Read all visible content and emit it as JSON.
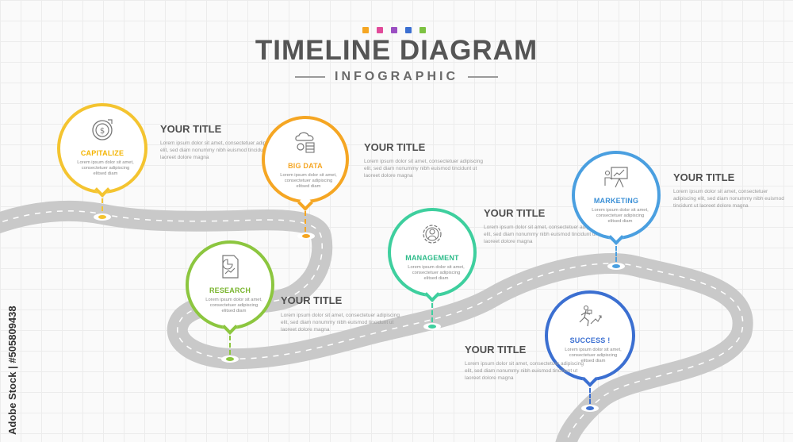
{
  "header": {
    "title": "TIMELINE DIAGRAM",
    "subtitle": "INFOGRAPHIC",
    "accent_colors": [
      "#f5a623",
      "#e14b9a",
      "#9b4fc2",
      "#3b6fd1",
      "#7dc242"
    ]
  },
  "watermark": "Adobe Stock | #505809438",
  "steps": [
    {
      "label": "CAPITALIZE",
      "icon": "dollar-coin-icon",
      "color": "#f4c430",
      "pin_text": "Lorem ipsum dolor sit amet, consectetuer adipiscing elitsed diam",
      "title": "YOUR TITLE",
      "text": "Lorem ipsum dolor sit amet, consectetuer adipiscing elit, sed diam nonummy nibh euismod tincidunt ut laoreet dolore magna"
    },
    {
      "label": "BIG DATA",
      "icon": "cloud-database-icon",
      "color": "#f5a623",
      "pin_text": "Lorem ipsum dolor sit amet, consectetuer adipiscing elitsed diam",
      "title": "YOUR TITLE",
      "text": "Lorem ipsum dolor sit amet, consectetuer adipiscing elit, sed diam nonummy nibh euismod tincidunt ut laoreet dolore magna"
    },
    {
      "label": "RESEARCH",
      "icon": "report-chart-icon",
      "color": "#8cc63f",
      "pin_text": "Lorem ipsum dolor sit amet, consectetuer adipiscing elitsed diam",
      "title": "YOUR TITLE",
      "text": "Lorem ipsum dolor sit amet, consectetuer adipiscing elit, sed diam nonummy nibh euismod tincidunt ut laoreet dolore magna"
    },
    {
      "label": "MANAGEMENT",
      "icon": "gear-person-icon",
      "color": "#3ecf9e",
      "pin_text": "Lorem ipsum dolor sit amet, consectetuer adipiscing elitsed diam",
      "title": "YOUR TITLE",
      "text": "Lorem ipsum dolor sit amet, consectetuer adipiscing elit, sed diam nonummy nibh euismod tincidunt ut laoreet dolore magna"
    },
    {
      "label": "MARKETING",
      "icon": "presentation-board-icon",
      "color": "#4a9fe0",
      "pin_text": "Lorem ipsum dolor sit amet, consectetuer adipiscing elitsed diam",
      "title": "YOUR TITLE",
      "text": "Lorem ipsum dolor sit amet, consectetuer adipiscing elit, sed diam nonummy nibh euismod tincidunt ut laoreet dolore magna"
    },
    {
      "label": "SUCCESS !",
      "icon": "running-man-arrow-icon",
      "color": "#3b6fd1",
      "pin_text": "Lorem ipsum dolor sit amet, consectetuer adipiscing elitsed diam",
      "title": "YOUR TITLE",
      "text": "Lorem ipsum dolor sit amet, consectetuer adipiscing elit, sed diam nonummy nibh euismod tincidunt ut laoreet dolore magna"
    }
  ]
}
